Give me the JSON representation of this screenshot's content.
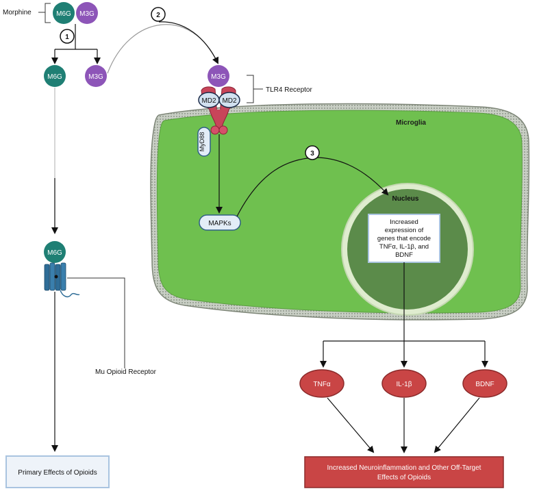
{
  "labels": {
    "morphine": "Morphine",
    "m6g": "M6G",
    "m3g": "M3G",
    "tlr4_receptor": "TLR4 Receptor",
    "md2": "MD2",
    "microglia": "Microglia",
    "myd88": "MyD88",
    "mapks": "MAPKs",
    "nucleus": "Nucleus",
    "mu_opioid_receptor": "Mu Opioid Receptor",
    "gene_box_lines": [
      "Increased",
      "expression of",
      "genes that encode",
      "TNFα, IL-1β, and",
      "BDNF"
    ],
    "tnfa": "TNFα",
    "il1b": "IL-1β",
    "bdnf": "BDNF",
    "primary_effects": "Primary Effects of Opioids",
    "off_target_lines": [
      "Increased Neuroinflammation and Other Off-Target",
      "Effects of Opioids"
    ]
  },
  "steps": [
    "1",
    "2",
    "3"
  ],
  "colors": {
    "m6g_teal": "#1f7f74",
    "m3g_purple": "#8d55b8",
    "cell_green": "#6fc04f",
    "nucleus_green": "#5b8b4a",
    "receptor_red": "#c8455a",
    "mu_blue": "#2f6d97",
    "cytokine_red": "#c94545",
    "box_blue_border": "#a9c4e0"
  }
}
